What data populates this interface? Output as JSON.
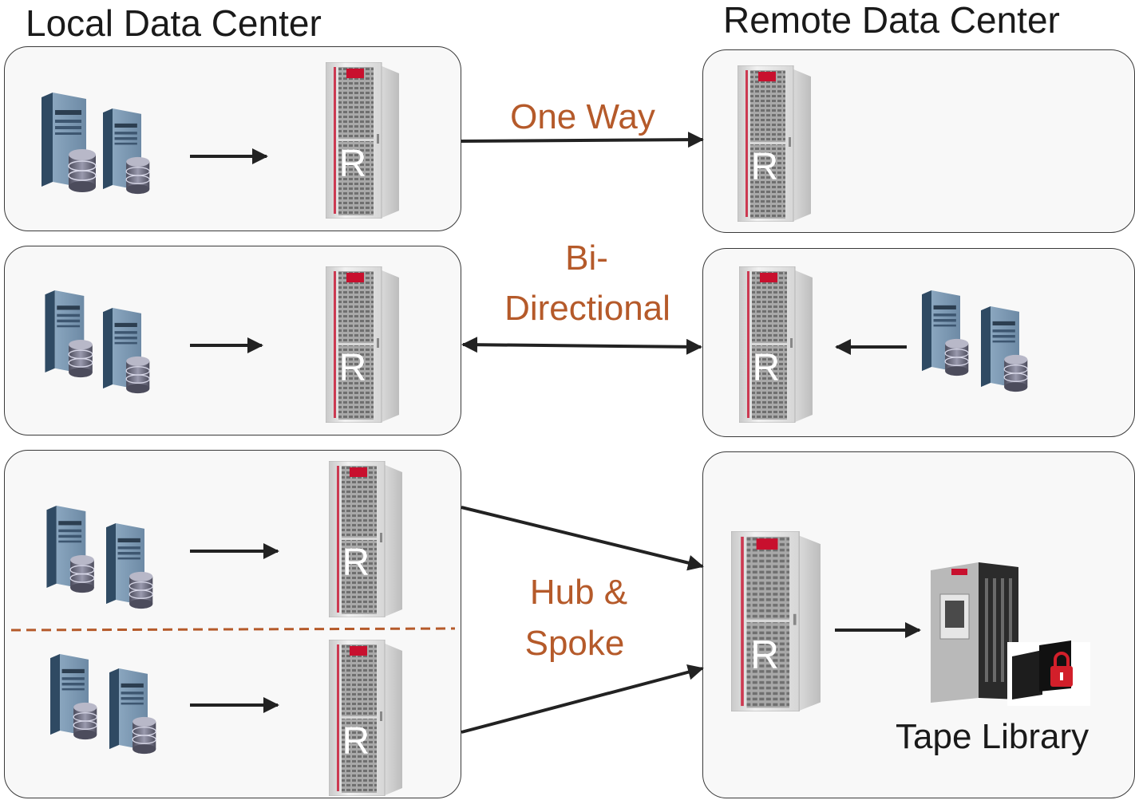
{
  "headings": {
    "local": "Local Data Center",
    "remote": "Remote Data Center"
  },
  "modes": {
    "one_way": "One Way",
    "bi_directional_1": "Bi-",
    "bi_directional_2": "Directional",
    "hub_spoke_1": "Hub &",
    "hub_spoke_2": "Spoke"
  },
  "appliance_letter": "R",
  "tape_library_label": "Tape Library",
  "colors": {
    "mode_label": "#b55a2a",
    "divider": "#b55a2a",
    "arrow": "#222222",
    "box_border": "#3a3a3a",
    "appliance_badge": "#c8102e"
  }
}
